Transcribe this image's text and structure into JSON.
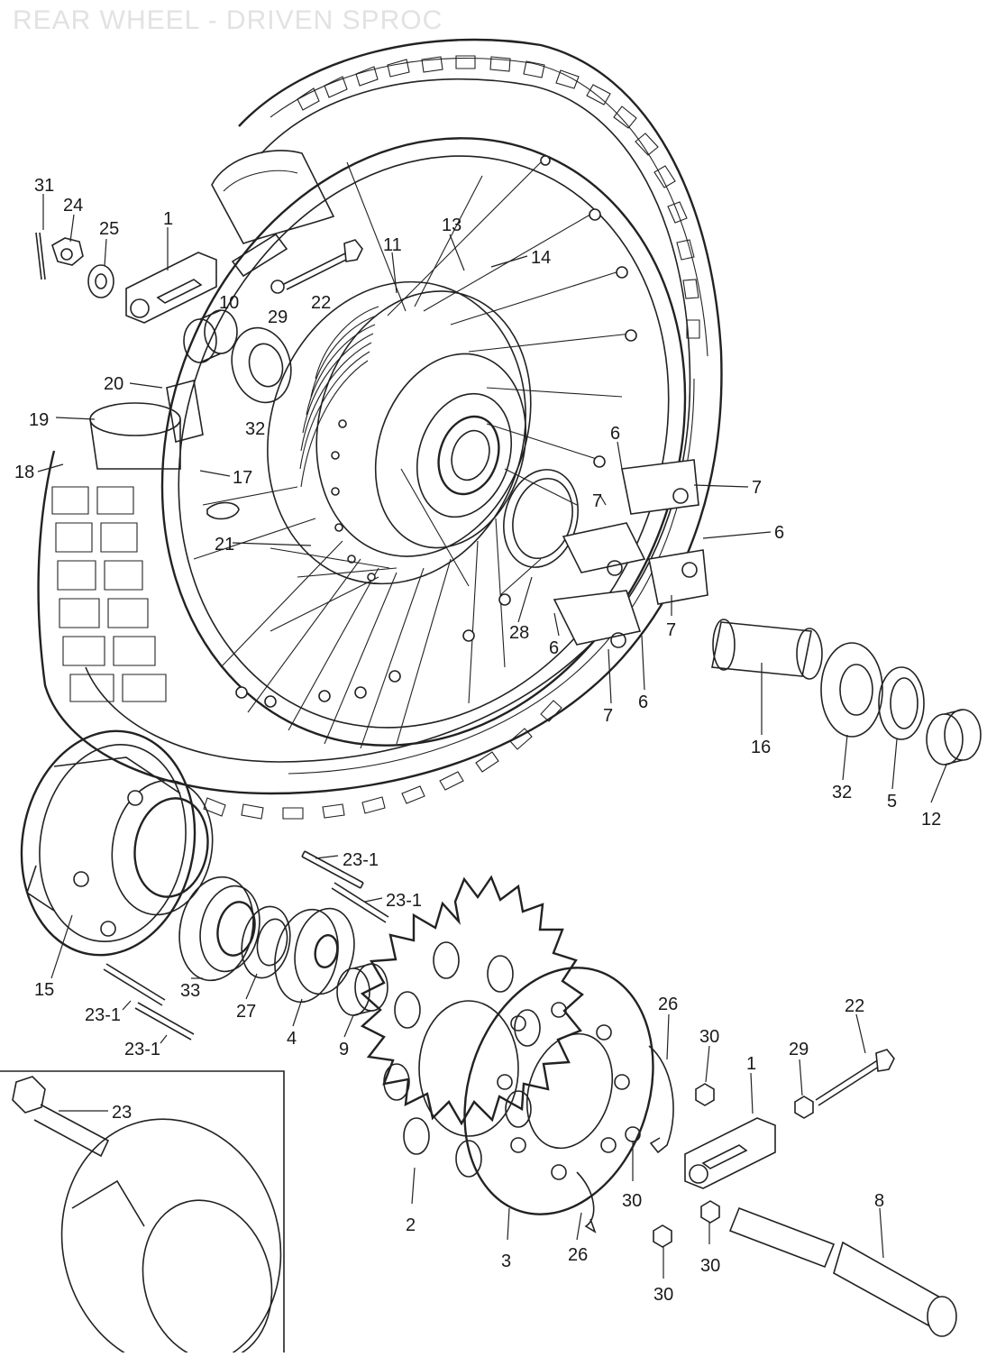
{
  "title": "REAR WHEEL - DRIVEN SPROC",
  "labels": {
    "p31": "31",
    "p24": "24",
    "p25": "25",
    "p1a": "1",
    "p10": "10",
    "p11": "11",
    "p13": "13",
    "p14": "14",
    "p22a": "22",
    "p29a": "29",
    "p32a": "32",
    "p20": "20",
    "p19": "19",
    "p18": "18",
    "p17": "17",
    "p21": "21",
    "p28": "28",
    "p6a": "6",
    "p7a": "7",
    "p7b": "7",
    "p6b": "6",
    "p7c": "7",
    "p6c": "6",
    "p6d": "6",
    "p7d": "7",
    "p16": "16",
    "p32b": "32",
    "p5": "5",
    "p12": "12",
    "p23_1a": "23-1",
    "p23_1b": "23-1",
    "p23_1c": "23-1",
    "p23_1d": "23-1",
    "p15": "15",
    "p33": "33",
    "p27": "27",
    "p4": "4",
    "p9": "9",
    "p26a": "26",
    "p30a": "30",
    "p1b": "1",
    "p29b": "29",
    "p22b": "22",
    "p23": "23",
    "p2": "2",
    "p3": "3",
    "p26b": "26",
    "p30b": "30",
    "p30c": "30",
    "p30d": "30",
    "p8": "8"
  }
}
